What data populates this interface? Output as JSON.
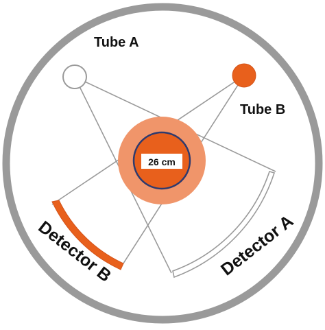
{
  "labels": {
    "tube_a": "Tube A",
    "tube_b": "Tube B",
    "detector_a": "Detector A",
    "detector_b": "Detector B",
    "field_of_view": "26 cm"
  },
  "colors": {
    "gantry_ring": "#9a9a9a",
    "beam_lines": "#9a9a9a",
    "tube_a_fill": "#ffffff",
    "tube_b_fill": "#e8601c",
    "patient_outer": "#f0956a",
    "patient_inner": "#e8601c",
    "fov_circle": "#2e3a6e",
    "detector_b_fill": "#e8601c",
    "detector_a_fill": "#ffffff",
    "text": "#111111"
  }
}
